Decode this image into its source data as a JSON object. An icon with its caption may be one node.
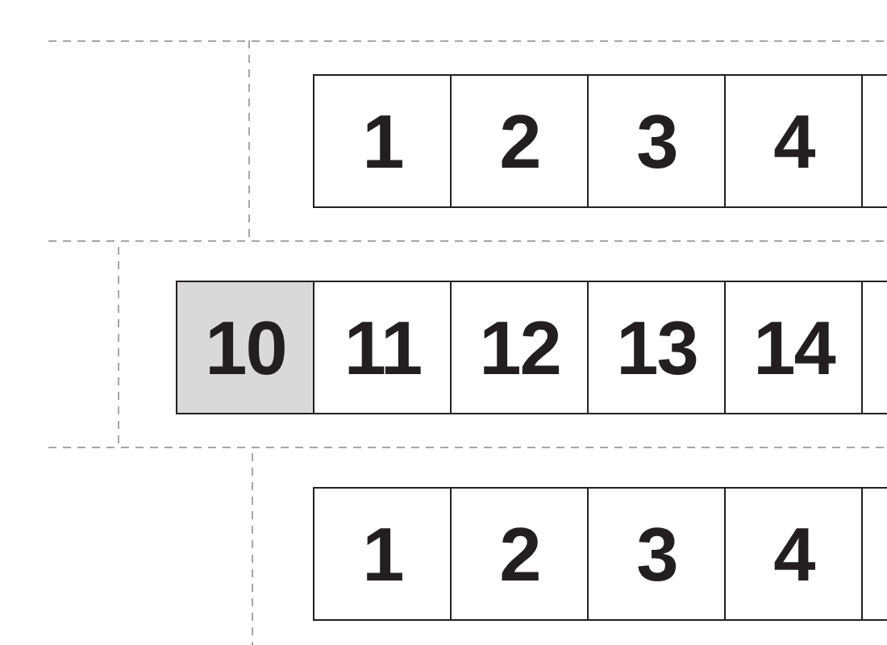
{
  "diagram": {
    "nodes": [
      {
        "text": [
          "1"
        ]
      },
      {
        "text": [
          "2"
        ]
      },
      {
        "text": [
          "3"
        ]
      },
      {
        "text": [
          "4"
        ]
      },
      {
        "text": [],
        "shape": "box"
      },
      {
        "text": [
          "10"
        ]
      },
      {
        "text": [
          "11"
        ]
      },
      {
        "text": [
          "12"
        ]
      },
      {
        "text": [
          "13"
        ]
      },
      {
        "text": [
          "14"
        ]
      },
      {
        "text": [],
        "shape": "box"
      },
      {
        "text": [
          "1"
        ]
      },
      {
        "text": [
          "2"
        ]
      },
      {
        "text": [
          "3"
        ]
      },
      {
        "text": [
          "4"
        ]
      },
      {
        "text": [],
        "shape": "box"
      }
    ]
  }
}
